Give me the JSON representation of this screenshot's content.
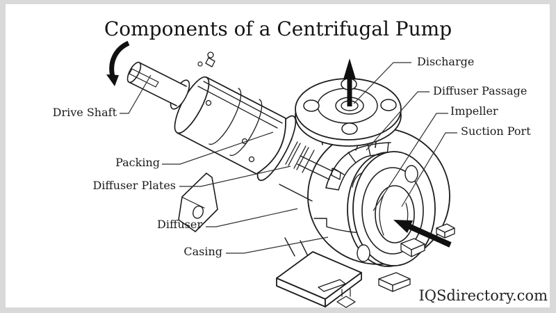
{
  "title": "Components of a Centrifugal Pump",
  "watermark": "IQSdirectory.com",
  "diagram": {
    "subject": "cutaway line drawing of a centrifugal pump",
    "labels": {
      "discharge": "Discharge",
      "diffuser_passage": "Diffuser Passage",
      "impeller": "Impeller",
      "suction_port": "Suction Port",
      "drive_shaft": "Drive Shaft",
      "packing": "Packing",
      "diffuser_plates": "Diffuser Plates",
      "diffuser": "Diffuser",
      "casing": "Casing"
    },
    "icons": {
      "rotation_arrow": "curved-rotation-arrow",
      "discharge_arrow": "upward-flow-arrow",
      "suction_arrow": "inward-flow-arrow"
    },
    "colors": {
      "line": "#1c1c1c",
      "leader": "#2f2f2f",
      "arrow": "#101010",
      "background": "#ffffff",
      "frame": "#d9d9d9",
      "text": "#1b1b1b"
    }
  }
}
